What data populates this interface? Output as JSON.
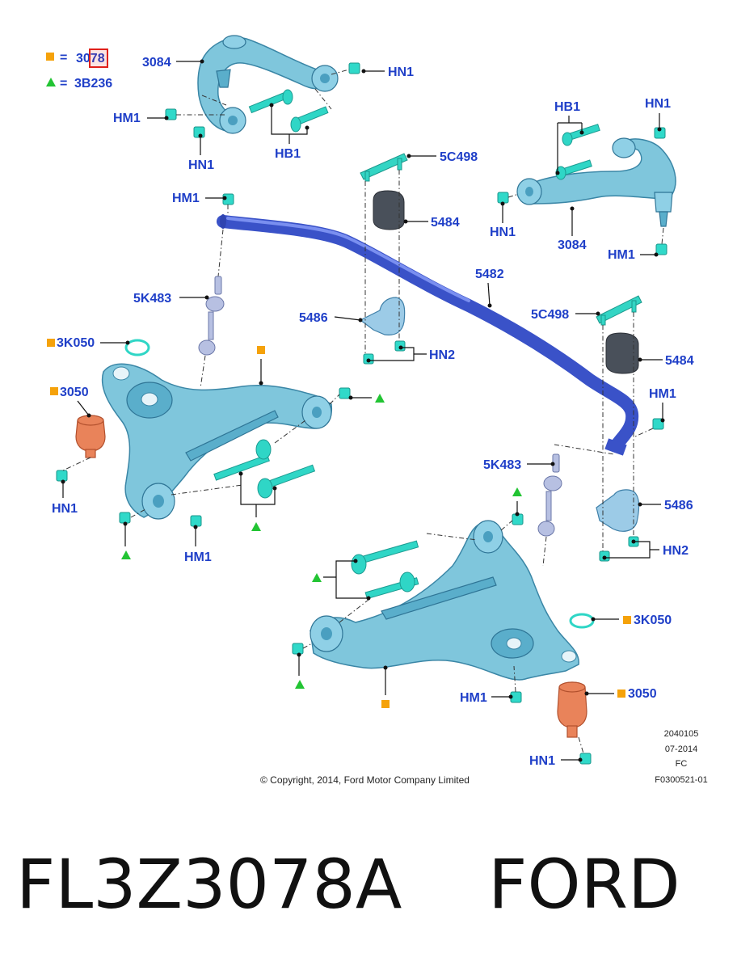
{
  "legend": {
    "square_label": "3078",
    "triangle_label": "3B236",
    "equals": "="
  },
  "labels": {
    "ul_3084": "3084",
    "ul_hn1_right": "HN1",
    "ul_hm1": "HM1",
    "ul_hn1_bottom": "HN1",
    "ul_hb1": "HB1",
    "ur_hb1": "HB1",
    "ur_hn1_top": "HN1",
    "ur_hn1_left": "HN1",
    "ur_3084": "3084",
    "ur_hm1": "HM1",
    "bar_hm1_left": "HM1",
    "bracket_top": "5C498",
    "iso_top": "5484",
    "bar_5482": "5482",
    "bracket_right": "5C498",
    "iso_right": "5484",
    "link_left": "5K483",
    "clamp_left": "5486",
    "hn2_left": "HN2",
    "bar_hm1_right": "HM1",
    "link_right": "5K483",
    "clamp_right": "5486",
    "hn2_right": "HN2",
    "ll_3k050": "3K050",
    "ll_3050": "3050",
    "ll_hn1": "HN1",
    "ll_hm1": "HM1",
    "lr_3k050": "3K050",
    "lr_3050": "3050",
    "lr_hm1": "HM1",
    "lr_hn1": "HN1"
  },
  "meta": {
    "code1": "2040105",
    "code2": "07-2014",
    "code3": "FC",
    "code4": "F0300521-01",
    "copyright": "© Copyright, 2014, Ford Motor Company Limited"
  },
  "footer": {
    "part_number": "FL3Z3078A",
    "brand": "FORD"
  },
  "colors": {
    "label_blue": "#1f3fc8",
    "square_marker": "#f5a20a",
    "triangle_marker": "#22c433",
    "highlight_box": "#e0201a"
  },
  "icons": {
    "square": "orange-square-marker",
    "triangle": "green-triangle-marker"
  }
}
